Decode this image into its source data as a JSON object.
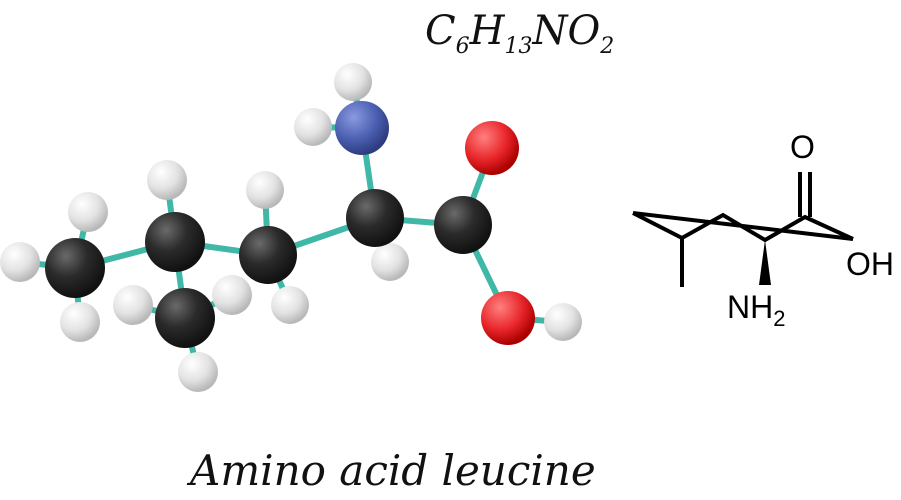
{
  "formula": {
    "c": "C",
    "c_n": "6",
    "h": "H",
    "h_n": "13",
    "n": "N",
    "o": "O",
    "o_n": "2"
  },
  "caption": "Amino acid leucine",
  "skeletal": {
    "oxygen": "O",
    "hydroxyl": "OH",
    "amine": "NH",
    "amine_n": "2"
  },
  "colors": {
    "carbon": "#2b2b2b",
    "hydrogen": "#e6e6e6",
    "nitrogen": "#4a5fb0",
    "oxygen": "#e8262a",
    "bond": "#3fb8a8"
  }
}
